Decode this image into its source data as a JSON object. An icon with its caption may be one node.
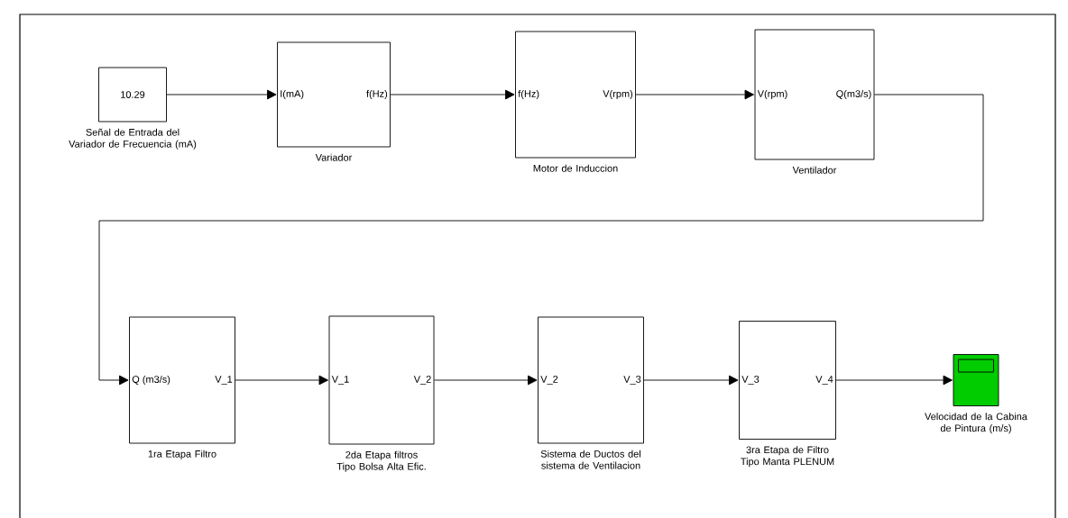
{
  "diagram": {
    "nodes": [
      {
        "text": [
          "10.29"
        ],
        "beside": [
          "Señal de Entrada del Variador de Frecuencia (mA)"
        ]
      },
      {
        "text": [
          "I(mA)",
          "f(Hz)"
        ],
        "beside": [
          "Variador"
        ]
      },
      {
        "text": [
          "f(Hz)",
          "V(rpm)"
        ],
        "beside": [
          "Motor de Induccion"
        ]
      },
      {
        "text": [
          "V(rpm)",
          "Q(m3/s)"
        ],
        "beside": [
          "Ventilador"
        ]
      },
      {
        "text": [
          "Q (m3/s)",
          "V_1"
        ],
        "beside": [
          "1ra Etapa Filtro"
        ]
      },
      {
        "text": [
          "V_1",
          "V_2"
        ],
        "beside": [
          "2da Etapa filtros Tipo Bolsa Alta Efic."
        ]
      },
      {
        "text": [
          "V_2",
          "V_3"
        ],
        "beside": [
          "Sistema de Ductos del sistema de Ventilacion"
        ]
      },
      {
        "text": [
          "V_3",
          "V_4"
        ],
        "beside": [
          "3ra Etapa de Filtro Tipo Manta PLENUM"
        ]
      },
      {
        "text": [],
        "shape": "box",
        "beside": [
          "Velocidad de la Cabina de Pintura (m/s)"
        ]
      }
    ],
    "edges": [
      {
        "from": 0,
        "to": 1,
        "arrow": "to"
      },
      {
        "from": 1,
        "to": 2,
        "arrow": "to"
      },
      {
        "from": 2,
        "to": 3,
        "arrow": "to"
      },
      {
        "from": 3,
        "to": 4,
        "arrow": "to"
      },
      {
        "from": 4,
        "to": 5,
        "arrow": "to"
      },
      {
        "from": 5,
        "to": 6,
        "arrow": "to"
      },
      {
        "from": 6,
        "to": 7,
        "arrow": "to"
      },
      {
        "from": 7,
        "to": 8,
        "arrow": "to"
      }
    ]
  }
}
